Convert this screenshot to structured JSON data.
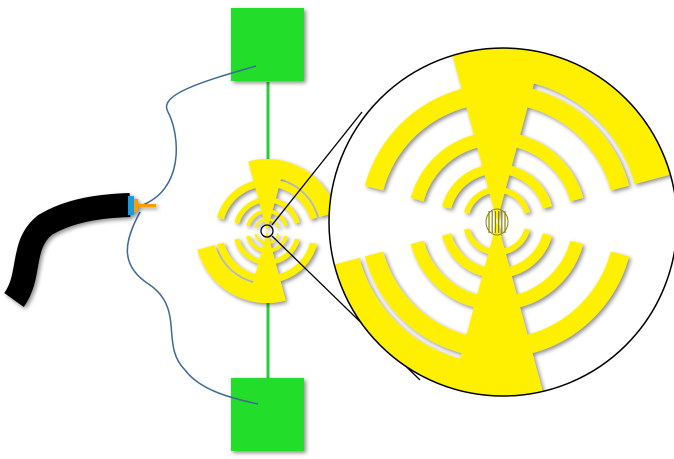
{
  "colors": {
    "background": "#ffffff",
    "pad": "#22dd2a",
    "pad_shadow": "#1aa820",
    "trace": "#2bcc3b",
    "antenna": "#ffef00",
    "wire": "#3e6a94",
    "cable": "#000000",
    "connector_blue": "#1e9bd7",
    "connector_orange": "#f5a000",
    "outline": "#000000",
    "detail_stroke": "#8a8400"
  },
  "elements": {
    "top_pad": "square-pad",
    "bottom_pad": "square-pad",
    "antenna": "log-periodic-bowtie-antenna",
    "magnifier": "zoom-circle",
    "cable": "coaxial-cable",
    "detector": "bolometer-meander"
  }
}
